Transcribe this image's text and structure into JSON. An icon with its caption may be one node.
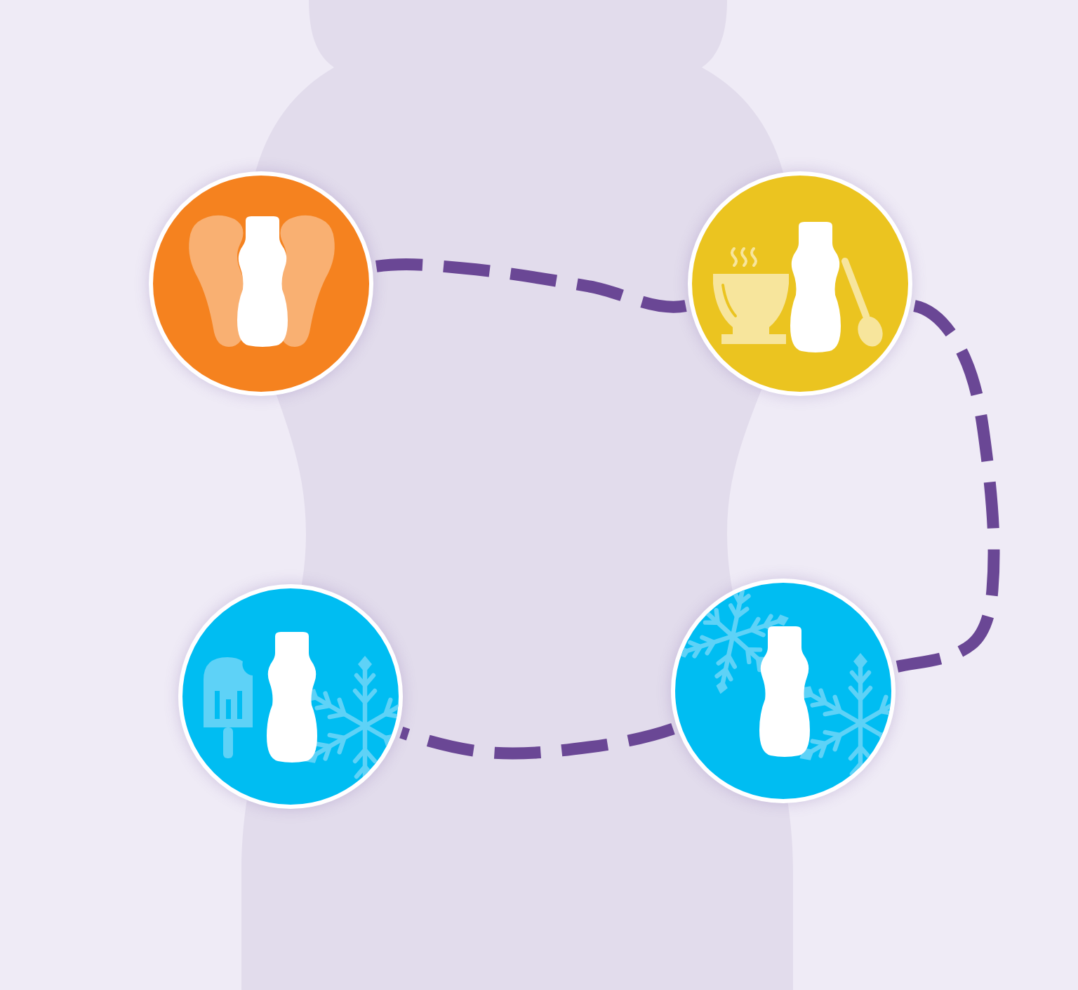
{
  "diagram": {
    "nodes": [
      {
        "text": [],
        "shape": "circle"
      },
      {
        "text": [],
        "shape": "circle"
      },
      {
        "text": [],
        "shape": "circle"
      },
      {
        "text": [],
        "shape": "circle"
      }
    ],
    "edges": [
      {
        "from": 0,
        "to": 1,
        "arrow": "none",
        "style": "dashed"
      },
      {
        "from": 1,
        "to": 3,
        "arrow": "none",
        "style": "dashed"
      },
      {
        "from": 3,
        "to": 2,
        "arrow": "none",
        "style": "dashed"
      }
    ]
  }
}
